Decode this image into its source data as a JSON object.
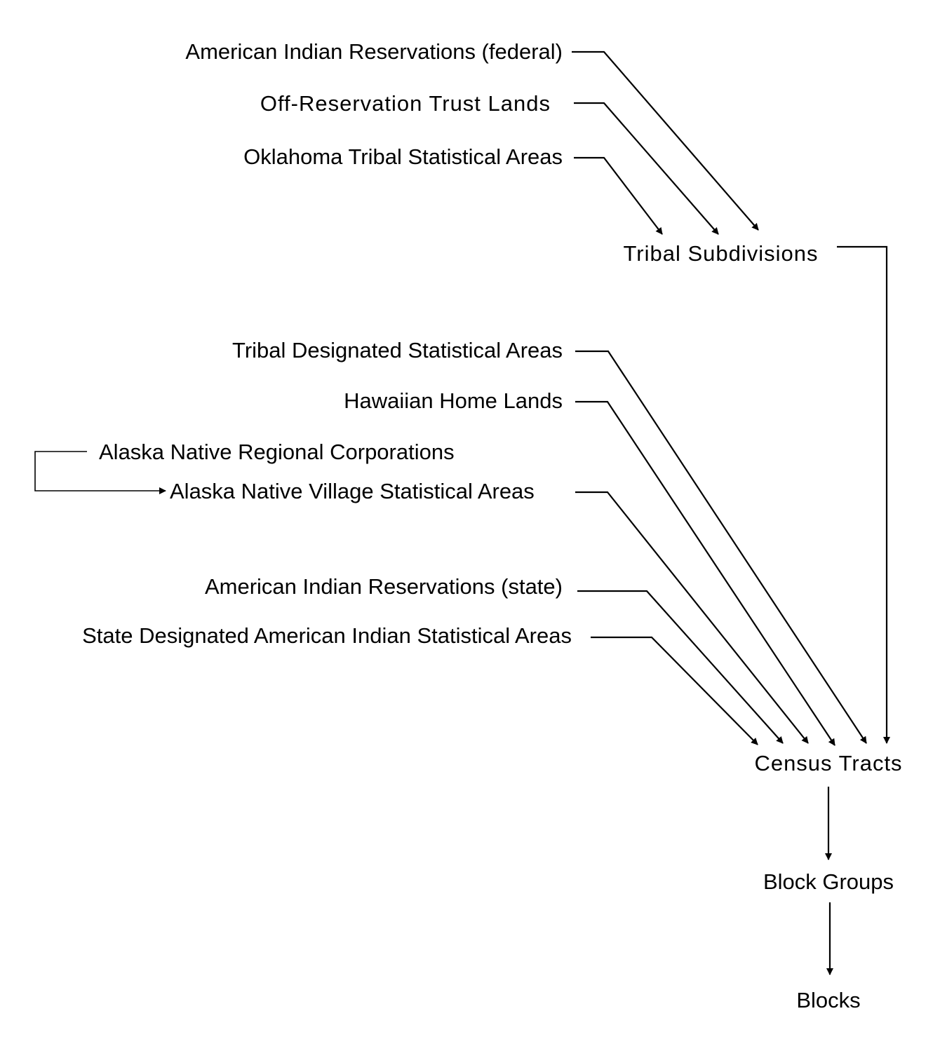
{
  "nodes": {
    "air_federal": "American Indian Reservations (federal)",
    "off_reservation": "Off-Reservation Trust Lands",
    "otsa": "Oklahoma Tribal Statistical Areas",
    "tribal_subdivisions": "Tribal Subdivisions",
    "tdsa": "Tribal Designated Statistical Areas",
    "hawaiian": "Hawaiian Home Lands",
    "anrc": "Alaska Native Regional Corporations",
    "anvsa": "Alaska Native Village Statistical Areas",
    "air_state": "American Indian Reservations (state)",
    "sdaisa": "State Designated American Indian Statistical Areas",
    "census_tracts": "Census Tracts",
    "block_groups": "Block Groups",
    "blocks": "Blocks"
  },
  "edges": [
    {
      "from": "air_federal",
      "to": "tribal_subdivisions"
    },
    {
      "from": "off_reservation",
      "to": "tribal_subdivisions"
    },
    {
      "from": "otsa",
      "to": "tribal_subdivisions"
    },
    {
      "from": "tribal_subdivisions",
      "to": "census_tracts"
    },
    {
      "from": "tdsa",
      "to": "census_tracts"
    },
    {
      "from": "hawaiian",
      "to": "census_tracts"
    },
    {
      "from": "anrc",
      "to": "anvsa"
    },
    {
      "from": "anvsa",
      "to": "census_tracts"
    },
    {
      "from": "air_state",
      "to": "census_tracts"
    },
    {
      "from": "sdaisa",
      "to": "census_tracts"
    },
    {
      "from": "census_tracts",
      "to": "block_groups"
    },
    {
      "from": "block_groups",
      "to": "blocks"
    }
  ]
}
